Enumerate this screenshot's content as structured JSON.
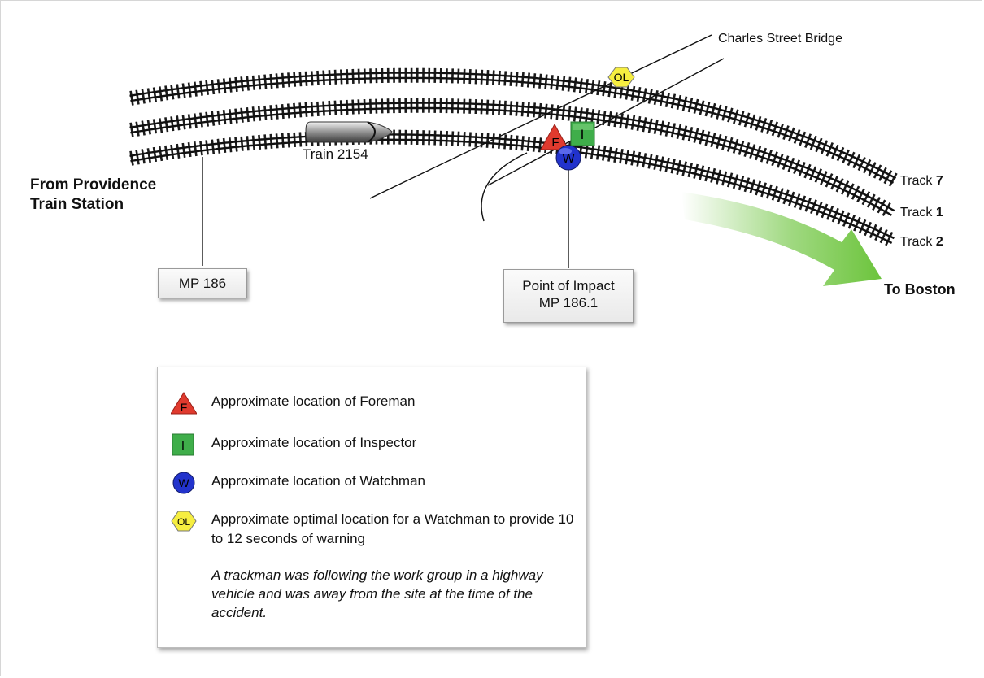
{
  "bridge_label": "Charles Street Bridge",
  "origin_label": "From Providence Train Station",
  "train_label": "Train 2154",
  "tracks": [
    {
      "prefix": "Track ",
      "number": "7"
    },
    {
      "prefix": "Track ",
      "number": "1"
    },
    {
      "prefix": "Track ",
      "number": "2"
    }
  ],
  "direction_label": "To Boston",
  "milepost_box": "MP 186",
  "impact_box": {
    "line1": "Point of Impact",
    "line2": "MP 186.1"
  },
  "markers": {
    "foreman": {
      "letter": "F",
      "color": "#e03a2e"
    },
    "inspector": {
      "letter": "I",
      "color": "#3fae4a"
    },
    "watchman": {
      "letter": "W",
      "color": "#2233cc"
    },
    "optimal": {
      "letter": "OL",
      "color": "#f6ee40"
    }
  },
  "legend": {
    "items": [
      {
        "key": "foreman",
        "text": "Approximate location of Foreman"
      },
      {
        "key": "inspector",
        "text": "Approximate location of Inspector"
      },
      {
        "key": "watchman",
        "text": "Approximate location of Watchman"
      },
      {
        "key": "optimal",
        "text": "Approximate optimal location for a Watchman to provide 10 to 12 seconds of warning"
      }
    ],
    "note": "A trackman was following the work group in a highway vehicle and was away from the site at the time of the accident."
  },
  "arrow_color": "#6cc43c"
}
